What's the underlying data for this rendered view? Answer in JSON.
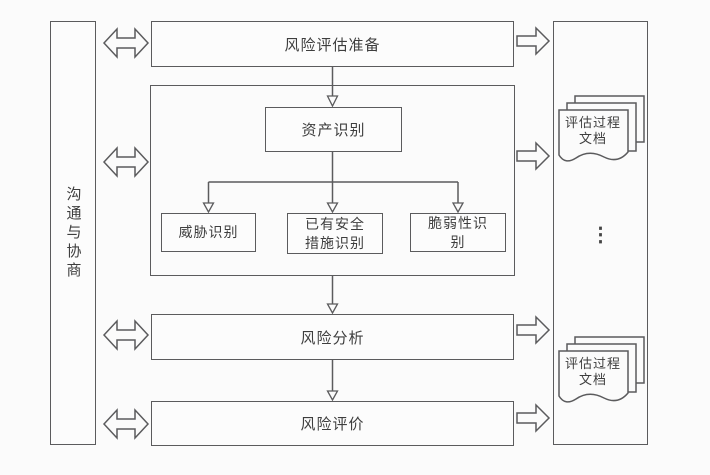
{
  "palette": {
    "background": "#fbfbfb",
    "box_fill": "#fcfcfc",
    "line": "#5b5b5d",
    "text": "#3e3e3e"
  },
  "left_panel": {
    "label": "沟通与协商"
  },
  "steps": {
    "preparation": "风险评估准备",
    "asset": "资产识别",
    "threat": "威胁识别",
    "measures_line1": "已有安全",
    "measures_line2": "措施识别",
    "vulnerability_line1": "脆弱性识",
    "vulnerability_line2": "别",
    "analysis": "风险分析",
    "evaluation": "风险评价"
  },
  "right_panel": {
    "documents_top": {
      "line1": "评估过程",
      "line2": "文档"
    },
    "ellipsis": "⋮",
    "documents_bottom": {
      "line1": "评估过程",
      "line2": "文档"
    }
  },
  "icons": {
    "bidirectional_arrow": "⇔",
    "right_arrow": "⇨",
    "document_stack": "stacked-pages"
  }
}
